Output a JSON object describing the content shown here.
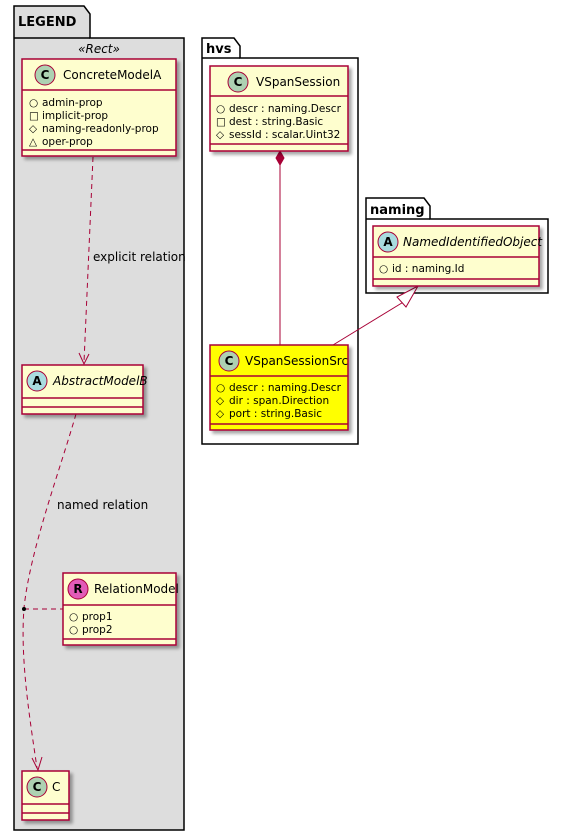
{
  "packages": {
    "legend": {
      "title": "LEGEND",
      "stereotype": "«Rect»"
    },
    "hvs": {
      "title": "hvs"
    },
    "naming": {
      "title": "naming"
    }
  },
  "classes": {
    "concrete_model_a": {
      "name": "ConcreteModelA",
      "kind": "C",
      "attributes": [
        {
          "vis": "+",
          "text": "admin-prop"
        },
        {
          "vis": "-",
          "text": "implicit-prop"
        },
        {
          "vis": "#",
          "text": "naming-readonly-prop"
        },
        {
          "vis": "~",
          "text": "oper-prop"
        }
      ]
    },
    "abstract_model_b": {
      "name": "AbstractModelB",
      "kind": "A"
    },
    "relation_model": {
      "name": "RelationModel",
      "kind": "R",
      "attributes": [
        {
          "vis": "+",
          "text": "prop1"
        },
        {
          "vis": "+",
          "text": "prop2"
        }
      ]
    },
    "c": {
      "name": "C",
      "kind": "C"
    },
    "vspan_session": {
      "name": "VSpanSession",
      "kind": "C",
      "attributes": [
        {
          "vis": "+",
          "text": "descr : naming.Descr"
        },
        {
          "vis": "-",
          "text": "dest : string.Basic"
        },
        {
          "vis": "#",
          "text": "sessId : scalar.Uint32"
        }
      ]
    },
    "vspan_session_src": {
      "name": "VSpanSessionSrc",
      "kind": "C",
      "attributes": [
        {
          "vis": "+",
          "text": "descr : naming.Descr"
        },
        {
          "vis": "#",
          "text": "dir : span.Direction"
        },
        {
          "vis": "#",
          "text": "port : string.Basic"
        }
      ]
    },
    "named_identified_object": {
      "name": "NamedIdentifiedObject",
      "kind": "A",
      "attributes": [
        {
          "vis": "+",
          "text": "id : naming.Id"
        }
      ]
    }
  },
  "relations": {
    "explicit": {
      "label": "explicit relation"
    },
    "named": {
      "label": "named relation"
    }
  },
  "colors": {
    "class_fill": "#FEFECE",
    "class_border": "#A80036",
    "highlight_fill": "#FFFF00",
    "package_fill": "#DDDDDD",
    "badge_c": "#ADD1B2",
    "badge_a": "#A9DCDF",
    "badge_r": "#E25CB8"
  }
}
